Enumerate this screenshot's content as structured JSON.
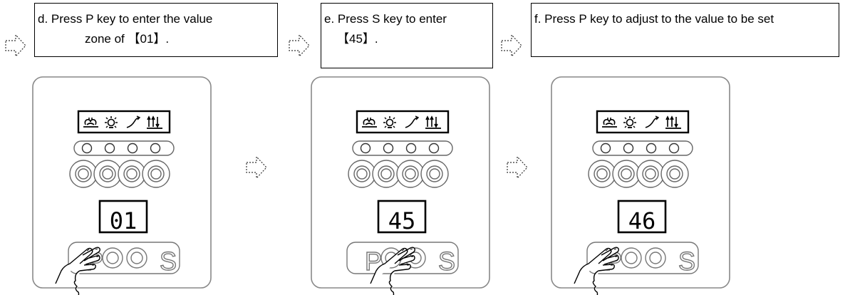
{
  "steps": [
    {
      "caption_line1": "d. Press P key to enter the value",
      "caption_line2": "zone of 【01】.",
      "display_value": "01",
      "p_label": "P",
      "s_label": "S",
      "icons": [
        "fan-icon",
        "light-icon",
        "speed-curve-icon",
        "up-down-arrows-icon"
      ],
      "pressed_key": "P"
    },
    {
      "caption_line1": "e. Press S key to enter",
      "caption_line2": "【45】.",
      "display_value": "45",
      "p_label": "P",
      "s_label": "S",
      "icons": [
        "fan-icon",
        "light-icon",
        "speed-curve-icon",
        "up-down-arrows-icon"
      ],
      "pressed_key": "S"
    },
    {
      "caption_line1": "f. Press P key to adjust to the value to be set",
      "caption_line2": "",
      "display_value": "46",
      "p_label": "P",
      "s_label": "S",
      "icons": [
        "fan-icon",
        "light-icon",
        "speed-curve-icon",
        "up-down-arrows-icon"
      ],
      "pressed_key": "P"
    }
  ]
}
